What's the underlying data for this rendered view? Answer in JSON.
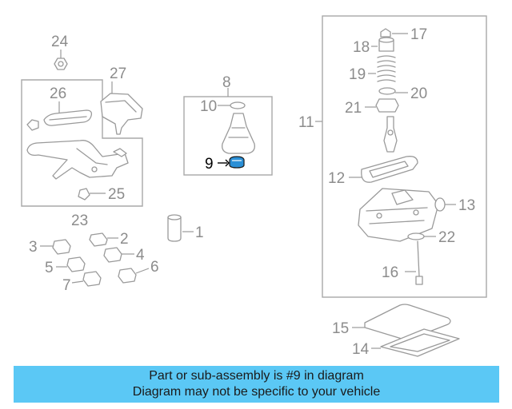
{
  "callouts": {
    "c1": "1",
    "c2": "2",
    "c3": "3",
    "c4": "4",
    "c5": "5",
    "c6": "6",
    "c7": "7",
    "c8": "8",
    "c9": "9",
    "c10": "10",
    "c11": "11",
    "c12": "12",
    "c13": "13",
    "c14": "14",
    "c15": "15",
    "c16": "16",
    "c17": "17",
    "c18": "18",
    "c19": "19",
    "c20": "20",
    "c21": "21",
    "c22": "22",
    "c23": "23",
    "c24": "24",
    "c25": "25",
    "c26": "26",
    "c27": "27"
  },
  "highlight": {
    "part_number": "9",
    "color": "#2a8fd6"
  },
  "banner": {
    "line1": "Part or sub-assembly is #9 in diagram",
    "line2": "Diagram may not be specific to your vehicle",
    "color": "#5bc8f5"
  }
}
